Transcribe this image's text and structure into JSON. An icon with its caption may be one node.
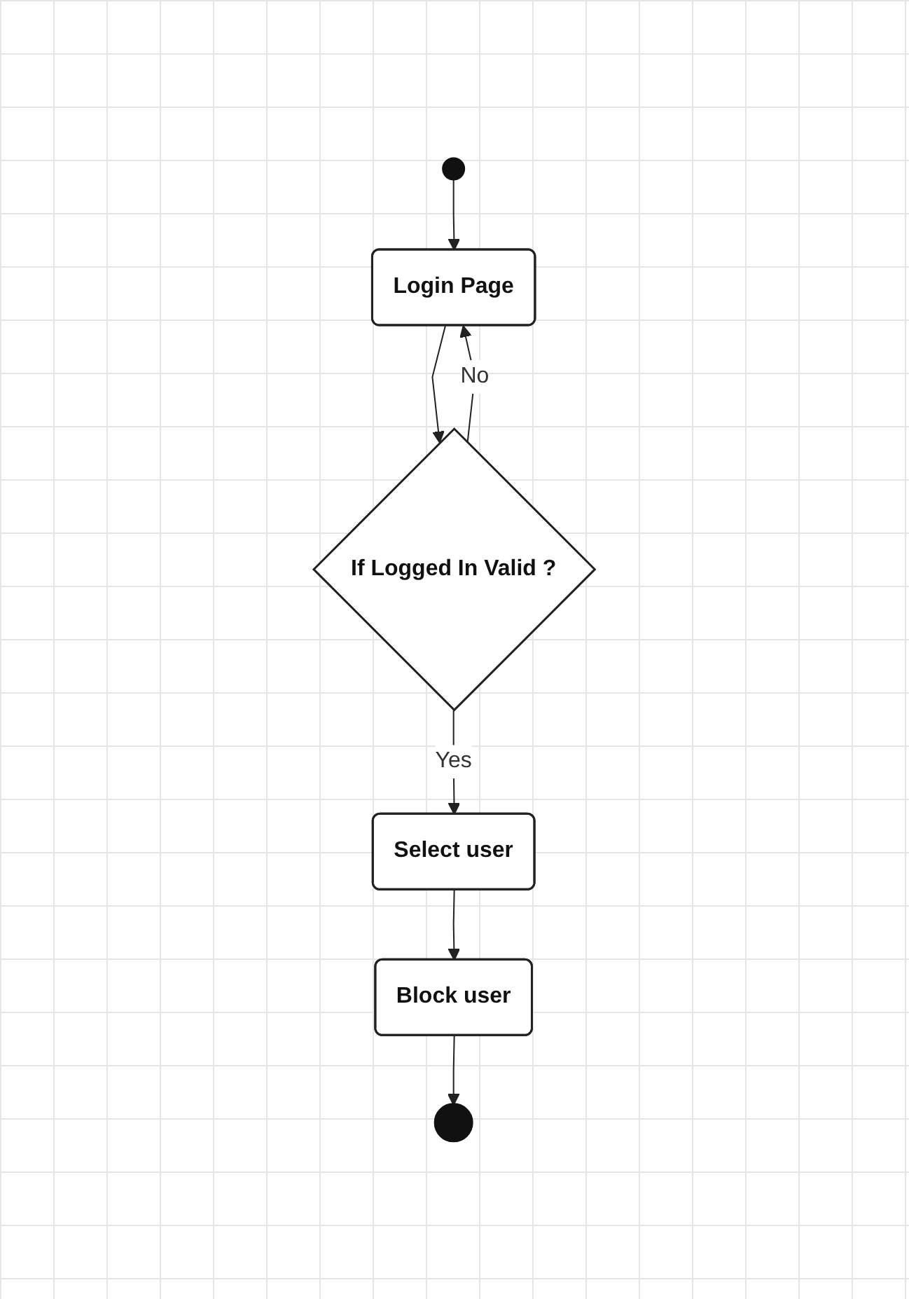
{
  "diagram": {
    "nodes": [
      {
        "text": [],
        "shape": "circle"
      },
      {
        "text": [
          "Login Page"
        ]
      },
      {
        "text": [
          "If Logged In Valid ?"
        ]
      },
      {
        "text": [
          "Select user"
        ]
      },
      {
        "text": [
          "Block user"
        ]
      },
      {
        "text": [],
        "shape": "circle"
      }
    ],
    "edges": [
      {
        "from": 0,
        "to": 1,
        "arrow": "to"
      },
      {
        "from": 1,
        "to": 2,
        "arrow": "to"
      },
      {
        "from": 2,
        "to": 3,
        "arrow": "to",
        "label": "Yes"
      },
      {
        "from": 3,
        "to": 4,
        "arrow": "to"
      },
      {
        "from": 4,
        "to": 5,
        "arrow": "to"
      },
      {
        "from": 2,
        "to": 1,
        "arrow": "to",
        "label": "No"
      }
    ]
  }
}
